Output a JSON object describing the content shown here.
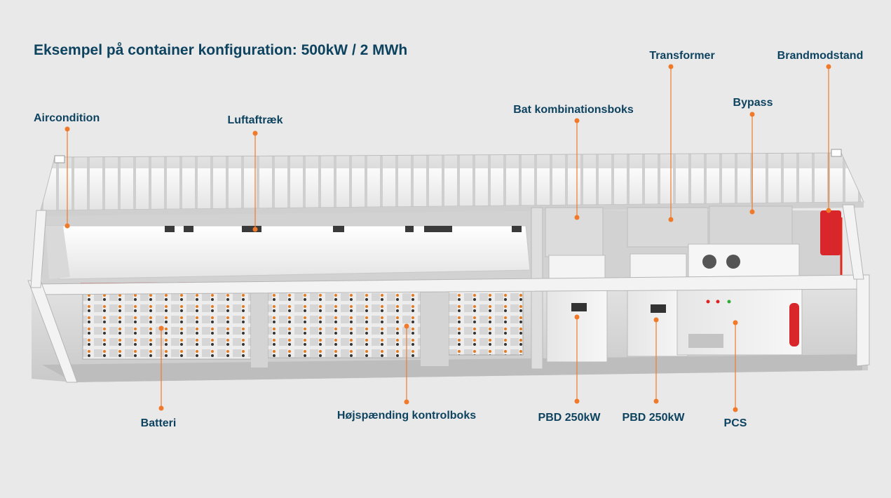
{
  "title": "Eksempel på container konfiguration: 500kW / 2 MWh",
  "colors": {
    "background": "#e9e9e9",
    "label_text": "#0e4360",
    "callout": "#f07a2a",
    "fire_line": "#e0281e"
  },
  "labels": {
    "aircondition": "Aircondition",
    "luftaftraek": "Luftaftræk",
    "bat_kombinationsboks": "Bat kombinationsboks",
    "transformer": "Transformer",
    "bypass": "Bypass",
    "brandmodstand": "Brandmodstand",
    "batteri": "Batteri",
    "hojspaending": "Højspænding kontrolboks",
    "pbd1": "PBD 250kW",
    "pbd2": "PBD 250kW",
    "pcs": "PCS"
  }
}
